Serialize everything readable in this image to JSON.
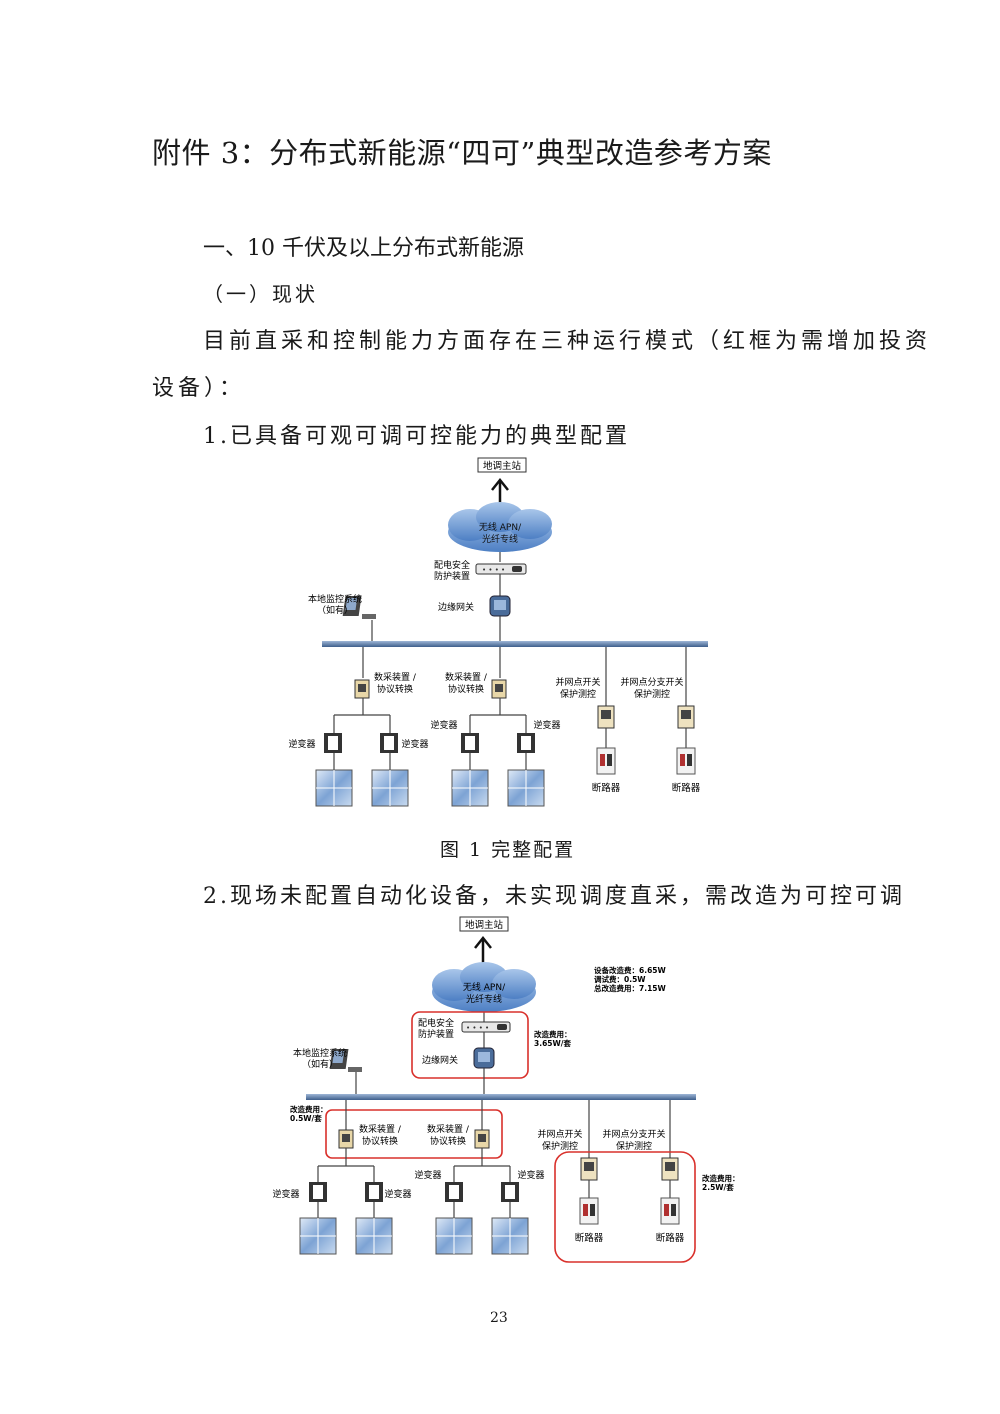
{
  "doc": {
    "title": "附件 3：分布式新能源“四可”典型改造参考方案",
    "heading1": "一、10 千伏及以上分布式新能源",
    "heading2": "（一）现状",
    "para_line1": "目前直采和控制能力方面存在三种运行模式（红框为需增加投资",
    "para_line2": "设备）：",
    "item1": "1.已具备可观可调可控能力的典型配置",
    "figure1_caption": "图 1  完整配置",
    "item2": "2.现场未配置自动化设备，未实现调度直采，需改造为可控可调",
    "page_number": "23"
  },
  "diagram1": {
    "master_station": "地调主站",
    "cloud_line1": "无线 APN/",
    "cloud_line2": "光纤专线",
    "security_line1": "配电安全",
    "security_line2": "防护装置",
    "gateway": "边缘网关",
    "local_monitor_line1": "本地监控系统",
    "local_monitor_line2": "（如有）",
    "collector_line1": "数采装置 /",
    "collector_line2": "协议转换",
    "switch1_line1": "并网点开关",
    "switch1_line2": "保护测控",
    "switch2_line1": "并网点分支开关",
    "switch2_line2": "保护测控",
    "inverter": "逆变器",
    "breaker": "断路器"
  },
  "diagram2": {
    "master_station": "地调主站",
    "cloud_line1": "无线 APN/",
    "cloud_line2": "光纤专线",
    "security_line1": "配电安全",
    "security_line2": "防护装置",
    "gateway": "边缘网关",
    "local_monitor_line1": "本地监控系统",
    "local_monitor_line2": "（如有）",
    "collector_line1": "数采装置 /",
    "collector_line2": "协议转换",
    "switch1_line1": "并网点开关",
    "switch1_line2": "保护测控",
    "switch2_line1": "并网点分支开关",
    "switch2_line2": "保护测控",
    "inverter": "逆变器",
    "breaker": "断路器",
    "cost_summary_line1": "设备改造费：6.65W",
    "cost_summary_line2": "调试费：0.5W",
    "cost_summary_line3": "总改造费用：7.15W",
    "cost_gateway_line1": "改造费用：",
    "cost_gateway_line2": "3.65W/套",
    "cost_collector_line1": "改造费用：",
    "cost_collector_line2": "0.5W/套",
    "cost_switch_line1": "改造费用：",
    "cost_switch_line2": "2.5W/套",
    "highlight_color": "#d9302b"
  }
}
